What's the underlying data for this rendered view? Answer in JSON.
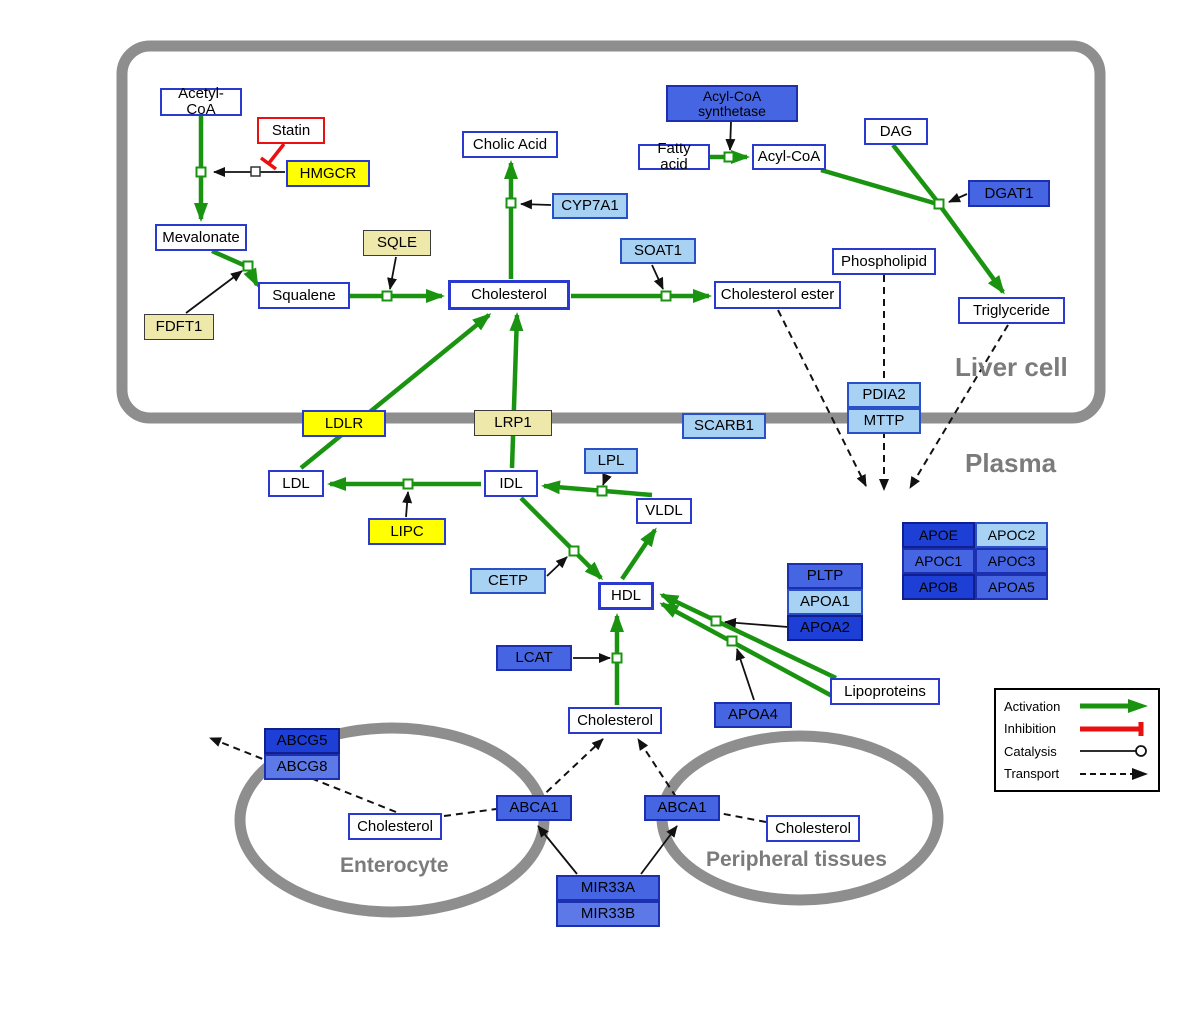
{
  "diagram": {
    "compartments": {
      "liver": "Liver cell",
      "plasma": "Plasma",
      "enterocyte": "Enterocyte",
      "peripheral": "Peripheral tissues"
    },
    "nodes": {
      "acetyl_coa": "Acetyl-CoA",
      "statin": "Statin",
      "hmgcr": "HMGCR",
      "mevalonate": "Mevalonate",
      "fdft1": "FDFT1",
      "squalene": "Squalene",
      "sqle": "SQLE",
      "cholesterol_liver": "Cholesterol",
      "cholic_acid": "Cholic Acid",
      "cyp7a1": "CYP7A1",
      "soat1": "SOAT1",
      "cholesterol_ester": "Cholesterol ester",
      "acyl_coa_synthetase": "Acyl-CoA synthetase",
      "fatty_acid": "Fatty acid",
      "acyl_coa": "Acyl-CoA",
      "dag": "DAG",
      "dgat1": "DGAT1",
      "phospholipid": "Phospholipid",
      "triglyceride": "Triglyceride",
      "ldlr": "LDLR",
      "lrp1": "LRP1",
      "scarb1": "SCARB1",
      "pdia2": "PDIA2",
      "mttp": "MTTP",
      "ldl": "LDL",
      "idl": "IDL",
      "lipc": "LIPC",
      "lpl": "LPL",
      "vldl": "VLDL",
      "cetp": "CETP",
      "hdl": "HDL",
      "lcat": "LCAT",
      "pltp": "PLTP",
      "apoa1": "APOA1",
      "apoa2": "APOA2",
      "apoa4": "APOA4",
      "lipoproteins": "Lipoproteins",
      "cholesterol_plasma": "Cholesterol",
      "apoe": "APOE",
      "apoc2": "APOC2",
      "apoc1": "APOC1",
      "apoc3": "APOC3",
      "apob": "APOB",
      "apoa5": "APOA5",
      "abcg5": "ABCG5",
      "abcg8": "ABCG8",
      "cholesterol_enterocyte": "Cholesterol",
      "abca1_enterocyte": "ABCA1",
      "abca1_peripheral": "ABCA1",
      "cholesterol_peripheral": "Cholesterol",
      "mir33a": "MIR33A",
      "mir33b": "MIR33B"
    },
    "legend": {
      "items": [
        {
          "label": "Activation",
          "symbol": "green-arrow"
        },
        {
          "label": "Inhibition",
          "symbol": "red-tbar"
        },
        {
          "label": "Catalysis",
          "symbol": "line-open-circle"
        },
        {
          "label": "Transport",
          "symbol": "dashed-arrow"
        }
      ]
    },
    "colors": {
      "activation_green": "#1a9410",
      "inhibition_red": "#ea1010",
      "node_border_blue": "#2a3ad0",
      "membrane_gray": "#8e8e8e",
      "gene_yellow": "#ffff00",
      "gene_pale_yellow": "#eee8aa",
      "gene_light_blue": "#a8d2f4",
      "gene_medium_blue": "#4565e2",
      "gene_dark_blue": "#1e3fd6"
    }
  }
}
